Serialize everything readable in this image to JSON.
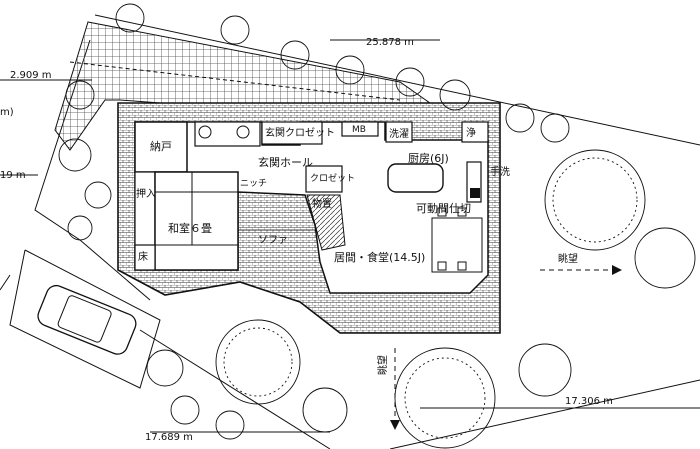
{
  "plan": {
    "site_dimensions": {
      "top": "25.878 m",
      "left_top": "2.909 m",
      "left_mid": "19 m",
      "left_edge": "m)",
      "bottom_right": "17.306 m",
      "bottom_left": "17.689 m"
    },
    "rooms": {
      "storage": "納戸",
      "oshiire": "押入",
      "washitsu": "和室６畳",
      "tokonoma": "床",
      "genkan_hall": "玄関ホール",
      "genkan_closet": "玄関クロゼット",
      "niche": "ニッチ",
      "mb": "MB",
      "closet": "クロゼット",
      "mono_oki": "物置",
      "sofa": "ソファ",
      "kitchen": "厨房(6J)",
      "laundry": "洗濯",
      "sink": "浄",
      "tearai": "手洗",
      "partition": "可動間仕切",
      "living": "居間・食堂(14.5J)"
    },
    "views": {
      "east": "眺望",
      "south": "眺望"
    }
  }
}
